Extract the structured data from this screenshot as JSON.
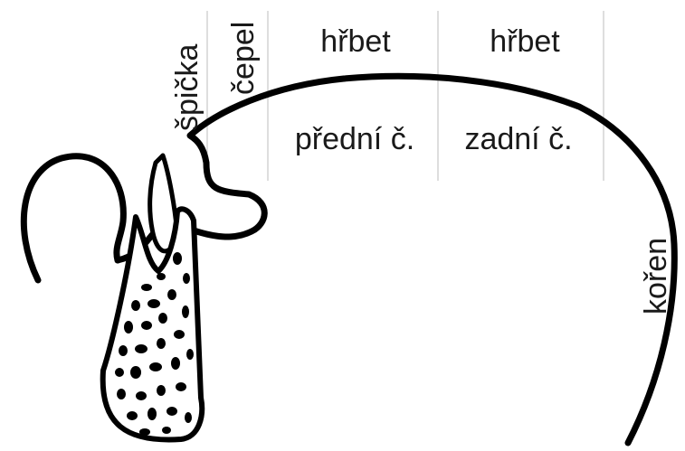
{
  "labels": {
    "tip": "špička",
    "blade": "čepel",
    "dorsum_front": "hřbet",
    "dorsum_back": "hřbet",
    "front_part": "přední č.",
    "back_part": "zadní č.",
    "root": "kořen"
  },
  "colors": {
    "stroke": "#000000",
    "divider": "#c8c8c8",
    "text": "#1a1a1a"
  }
}
